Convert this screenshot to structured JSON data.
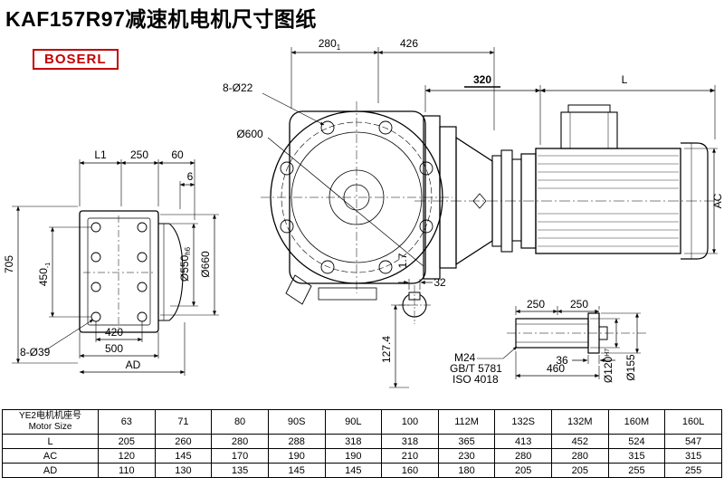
{
  "page": {
    "title": "KAF157R97减速机电机尺寸图纸",
    "logo": "BOSERL"
  },
  "colors": {
    "line": "#000000",
    "logo_red": "#c40000",
    "background": "#ffffff"
  },
  "front_view": {
    "dim_280": "280",
    "dim_280_tol": "1",
    "dim_426": "426",
    "bolt_note": "8-Ø22",
    "dia_600": "Ø600",
    "fillet": "1.7"
  },
  "left_view": {
    "dim_l1": "L1",
    "dim_250": "250",
    "dim_60": "60",
    "dim_6": "6",
    "dim_705": "705",
    "dim_450": "450",
    "dim_450_tol": "-1",
    "bolt_note": "8-Ø39",
    "dim_420": "420",
    "dim_500": "500",
    "dim_ad": "AD",
    "dia_550": "Ø550",
    "dia_550_tol": "h6",
    "dia_660": "Ø660"
  },
  "side_view": {
    "dim_320": "320",
    "dim_l": "L",
    "dim_ac": "AC"
  },
  "shaft_section": {
    "dim_32": "32",
    "dim_127": "127.4"
  },
  "shaft_detail": {
    "dim_250a": "250",
    "dim_250b": "250",
    "dim_36": "36",
    "dim_460": "460",
    "dia_120": "Ø120",
    "dia_120_tol": "H7",
    "dia_155": "Ø155",
    "bolt_spec_1": "M24",
    "bolt_spec_2": "GB/T 5781",
    "bolt_spec_3": "ISO 4018"
  },
  "table": {
    "header_cn": "YE2电机机座号",
    "header_en": "Motor Size",
    "sizes": [
      "63",
      "71",
      "80",
      "90S",
      "90L",
      "100",
      "112M",
      "132S",
      "132M",
      "160M",
      "160L"
    ],
    "rows": [
      {
        "label": "L",
        "values": [
          "205",
          "260",
          "280",
          "288",
          "318",
          "318",
          "365",
          "413",
          "452",
          "524",
          "547"
        ]
      },
      {
        "label": "AC",
        "values": [
          "120",
          "145",
          "170",
          "190",
          "190",
          "210",
          "230",
          "280",
          "280",
          "315",
          "315"
        ]
      },
      {
        "label": "AD",
        "values": [
          "110",
          "130",
          "135",
          "145",
          "145",
          "160",
          "180",
          "205",
          "205",
          "255",
          "255"
        ]
      }
    ]
  }
}
